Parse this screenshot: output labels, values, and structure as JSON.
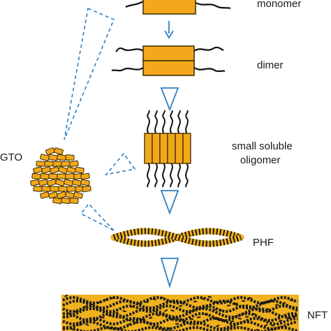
{
  "labels": {
    "monomer": "monomer",
    "dimer": "dimer",
    "oligomer_line1": "small soluble",
    "oligomer_line2": "oligomer",
    "gto": "GTO",
    "phf": "PHF",
    "nft": "NFT"
  },
  "colors": {
    "block_fill": "#f2a81a",
    "block_stroke": "#3a2a00",
    "arrow_blue": "#2f7fc1",
    "strand": "#111111",
    "fiber_dark": "#1a1a1a",
    "fiber_light": "#f0b21f"
  }
}
